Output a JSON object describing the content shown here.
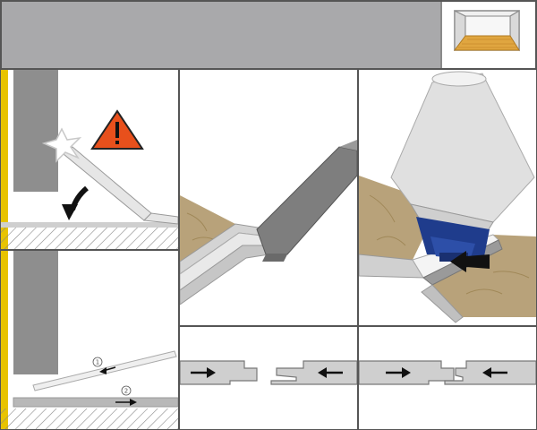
{
  "header": {
    "title": ""
  },
  "steps": [
    {
      "id": "remove-angle",
      "marker": ""
    },
    {
      "id": "reposition",
      "markers": [
        "1",
        "2"
      ]
    },
    {
      "id": "angle-insert",
      "marker": ""
    },
    {
      "id": "tap-insert",
      "marker": ""
    },
    {
      "id": "profile-push-left",
      "marker": ""
    },
    {
      "id": "profile-push-right",
      "marker": ""
    }
  ],
  "icons": {
    "warning": "warning-triangle-icon",
    "curved_arrow": "curved-arrow-icon",
    "push_arrow": "push-arrow-icon",
    "room": "room-floor-icon"
  },
  "colors": {
    "wall_gray": "#8e8e8e",
    "header_gray": "#a9a9ab",
    "accent_yellow": "#e8c300",
    "warning_orange": "#e8501c",
    "wood_tan": "#b8a27a",
    "tool_blue": "#1f3c8c",
    "floor_room": "#e0a640"
  }
}
